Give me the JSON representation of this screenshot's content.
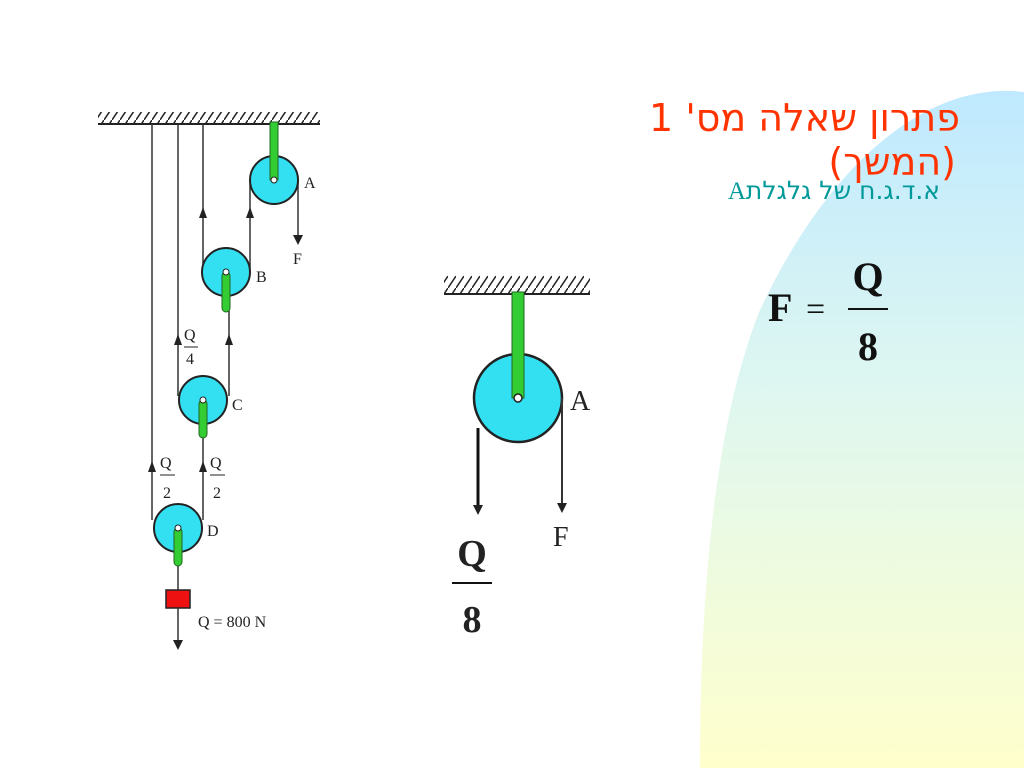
{
  "slide": {
    "title_line1": "פתרון שאלה  מס' 1",
    "title_line2": "(המשך)",
    "subtitle_prefix": "א.ד.ג.ח של גלגלת",
    "subtitle_latin": "A"
  },
  "formula": {
    "lhs": "F",
    "op": "=",
    "numerator": "Q",
    "denominator": "8"
  },
  "left_diagram": {
    "pulleys": [
      "A",
      "B",
      "C",
      "D"
    ],
    "force_label": "F",
    "q_labels": {
      "c": {
        "num": "Q",
        "den": "4"
      },
      "d_left": {
        "num": "Q",
        "den": "2"
      },
      "d_right": {
        "num": "Q",
        "den": "2"
      }
    },
    "load_label": "Q = 800 N"
  },
  "right_diagram": {
    "pulley_label": "A",
    "force_label": "F",
    "tension": {
      "num": "Q",
      "den": "8"
    }
  },
  "colors": {
    "pulley": "#33e0f2",
    "axle": "#33cc33",
    "title": "#ff3300",
    "subtitle": "#009999",
    "load": "#ee1111"
  }
}
